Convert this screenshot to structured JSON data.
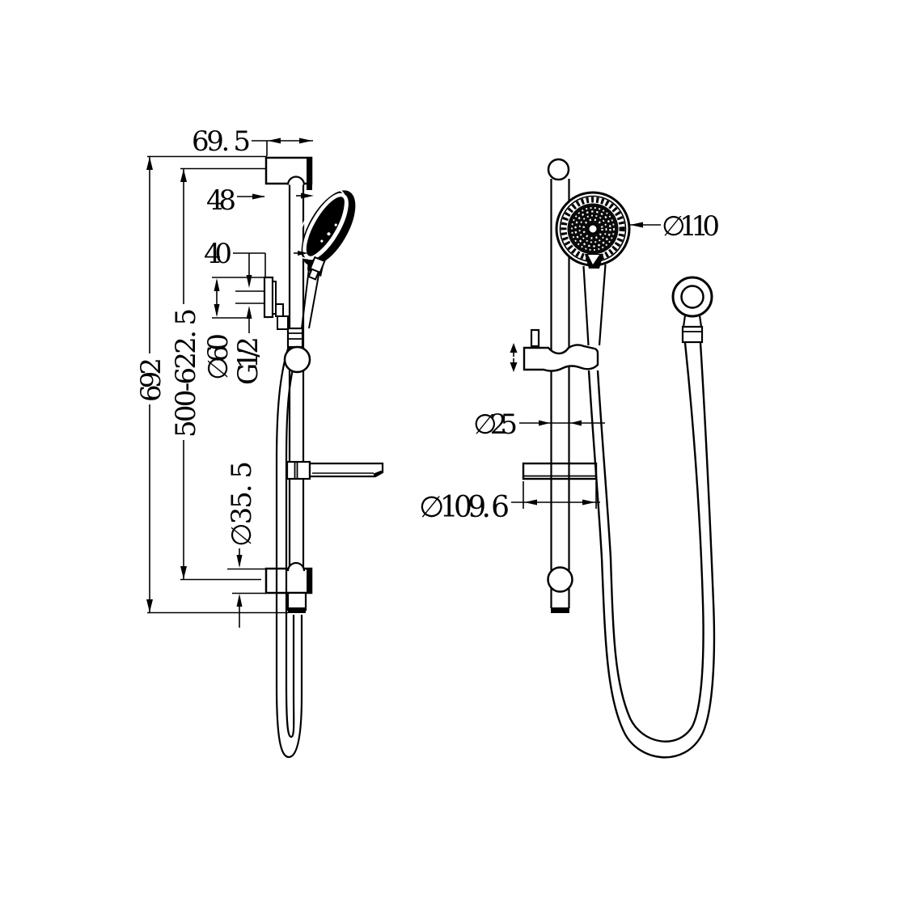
{
  "drawing": {
    "background": "#ffffff",
    "ink": "#000000",
    "views": {
      "side": {
        "dims": {
          "top_offset": "69. 5",
          "wall_to_head": "48",
          "holder_offset": "40",
          "overall_height": "692",
          "adjustable_range": "500-622. 5",
          "holder_diameter": "∅60",
          "hose_thread": "G1/2",
          "bracket_diameter": "∅35. 5"
        }
      },
      "front": {
        "dims": {
          "head_diameter": "∅110",
          "rail_diameter": "∅25",
          "soap_dish_diameter": "∅109. 6"
        }
      }
    }
  }
}
